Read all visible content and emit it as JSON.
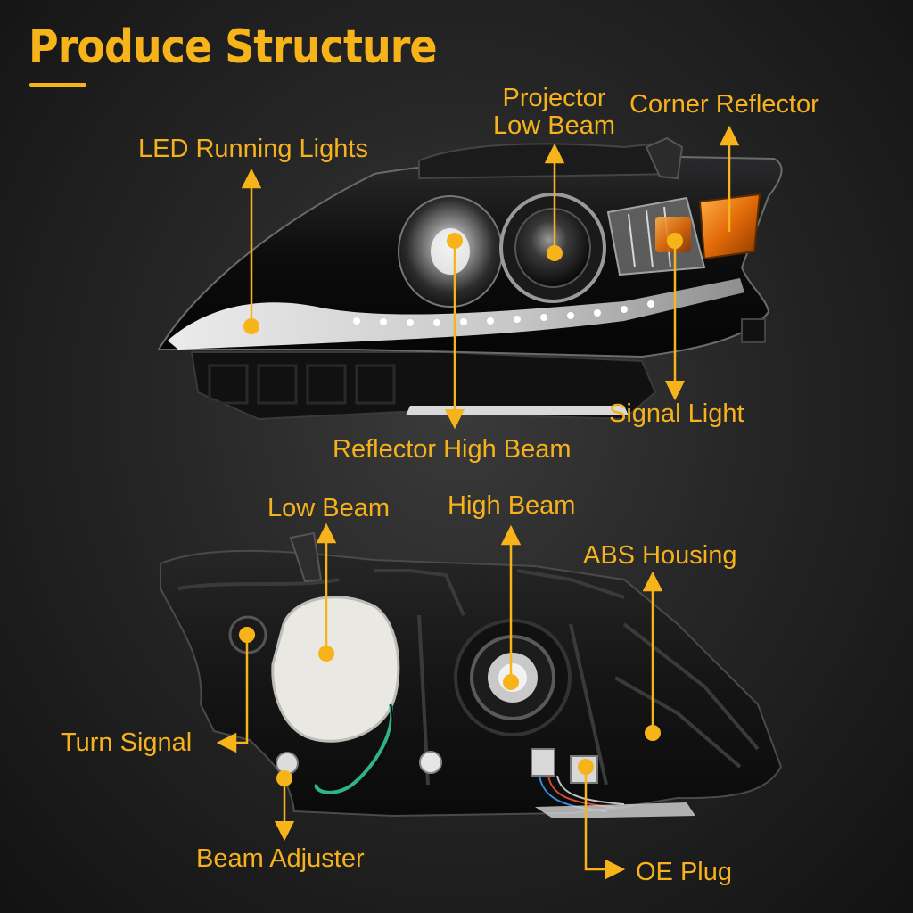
{
  "title": "Produce Structure",
  "accent_color": "#f7b41a",
  "front_view": {
    "callouts": [
      {
        "id": "led-running-lights",
        "label": "LED Running Lights"
      },
      {
        "id": "projector-low-beam",
        "line1": "Projector",
        "line2": "Low Beam"
      },
      {
        "id": "corner-reflector",
        "label": "Corner Reflector"
      },
      {
        "id": "signal-light",
        "label": "Signal Light"
      },
      {
        "id": "reflector-high-beam",
        "label": "Reflector High Beam"
      }
    ]
  },
  "back_view": {
    "callouts": [
      {
        "id": "low-beam",
        "label": "Low Beam"
      },
      {
        "id": "high-beam",
        "label": "High Beam"
      },
      {
        "id": "abs-housing",
        "label": "ABS Housing"
      },
      {
        "id": "turn-signal",
        "label": "Turn Signal"
      },
      {
        "id": "beam-adjuster",
        "label": "Beam Adjuster"
      },
      {
        "id": "oe-plug",
        "label": "OE Plug"
      }
    ]
  }
}
